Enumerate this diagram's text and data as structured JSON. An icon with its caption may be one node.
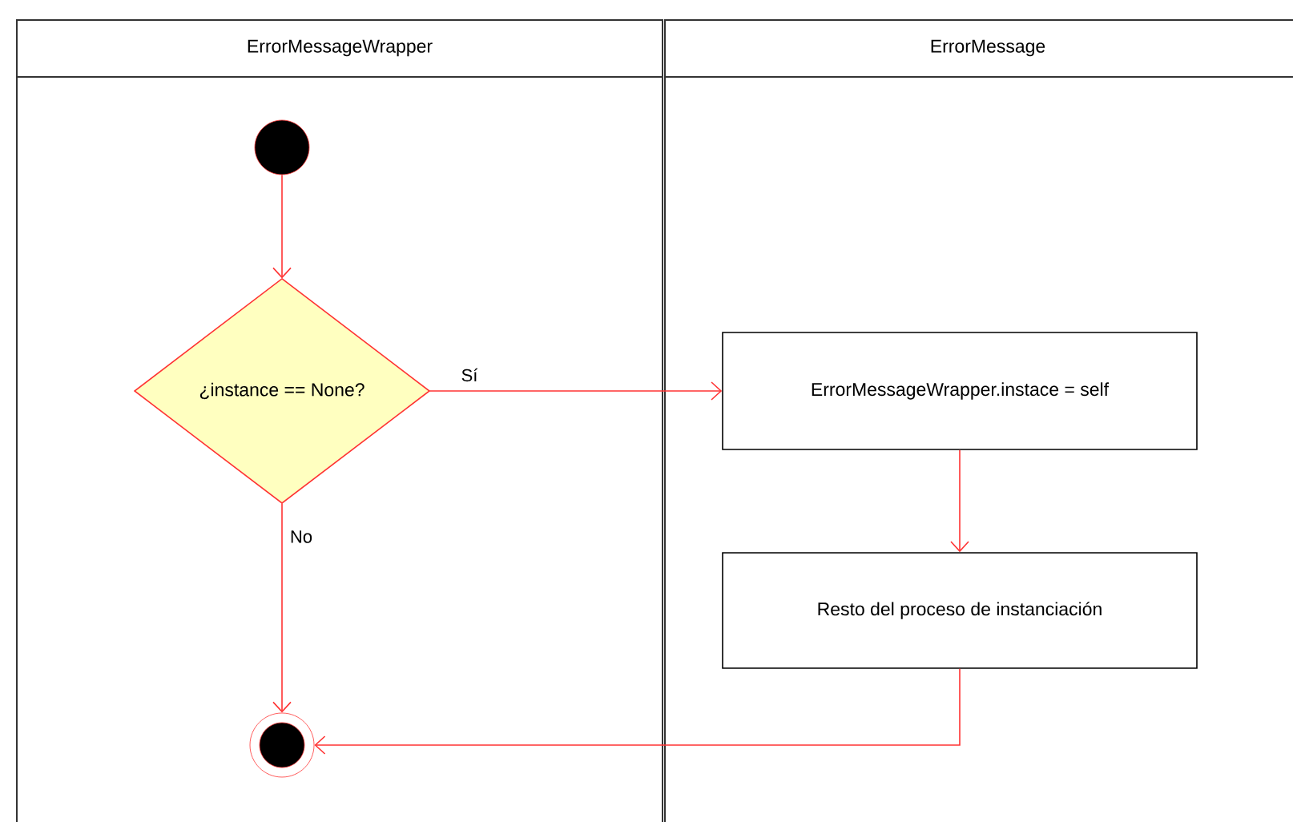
{
  "diagram": {
    "nodes": [
      {
        "text": [
          "ErrorMessageWrapper"
        ]
      },
      {
        "text": [
          "ErrorMessage"
        ]
      },
      {
        "text": [],
        "shape": "circle",
        "in": 0
      },
      {
        "text": [
          "¿instance == None?"
        ],
        "in": 0
      },
      {
        "text": [
          "ErrorMessageWrapper.instace = self"
        ],
        "in": 1
      },
      {
        "text": [
          "Resto del proceso de instanciación"
        ],
        "in": 1
      },
      {
        "text": [],
        "shape": "endcircle",
        "in": 0
      }
    ],
    "edges": [
      {
        "from": 2,
        "to": 3,
        "arrow": "to"
      },
      {
        "from": 3,
        "to": 4,
        "arrow": "to",
        "label": "Sí"
      },
      {
        "from": 4,
        "to": 5,
        "arrow": "to"
      },
      {
        "from": 3,
        "to": 6,
        "arrow": "to",
        "label": "No"
      },
      {
        "from": 5,
        "to": 6,
        "arrow": "to"
      }
    ]
  }
}
